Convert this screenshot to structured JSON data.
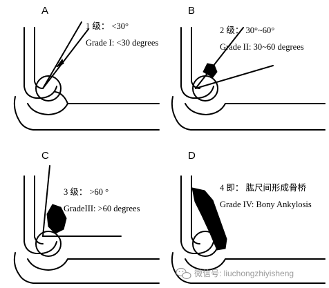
{
  "panels": [
    {
      "letter": "A",
      "grade_cn": "1 级： <30°",
      "grade_en": "Grade I: <30 degrees"
    },
    {
      "letter": "B",
      "grade_cn": "2 级： 30°~60°",
      "grade_en": "Grade II: 30~60 degrees"
    },
    {
      "letter": "C",
      "grade_cn": "3 级： >60 °",
      "grade_en": "GradeIII: >60 degrees"
    },
    {
      "letter": "D",
      "grade_cn": "4 即： 肱尺间形成骨桥",
      "grade_en": "Grade IV: Bony Ankylosis"
    }
  ],
  "watermark": {
    "icon": "wechat-icon",
    "text": "微信号: liuchongzhiyisheng",
    "color": "#9a9a9a"
  }
}
